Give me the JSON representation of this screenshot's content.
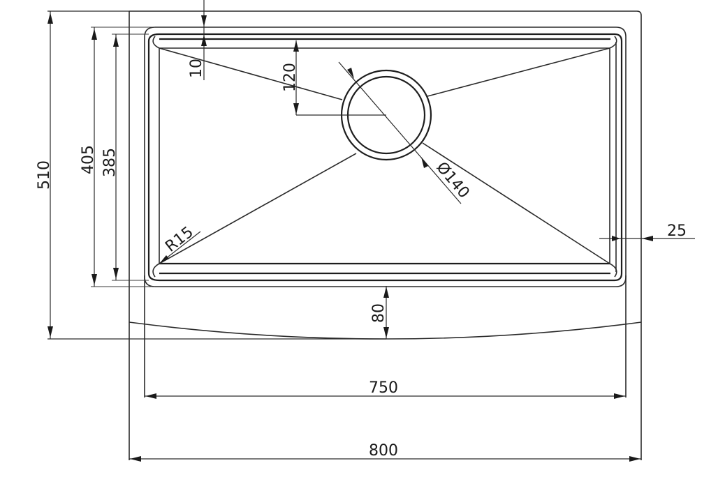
{
  "drawing": {
    "subject": "Farmhouse apron-front single bowl sink, top view",
    "units": "mm",
    "line_color": "#2a2a2a",
    "background": "#ffffff"
  },
  "dimensions": {
    "overall_depth": "510",
    "rim_depth": "405",
    "bowl_depth": "385",
    "rim_edge_offset": "10",
    "drain_offset": "120",
    "drain_diameter": "Ø140",
    "corner_radius": "R15",
    "side_flange": "25",
    "apron_drop": "80",
    "rim_width": "750",
    "overall_width": "800"
  }
}
